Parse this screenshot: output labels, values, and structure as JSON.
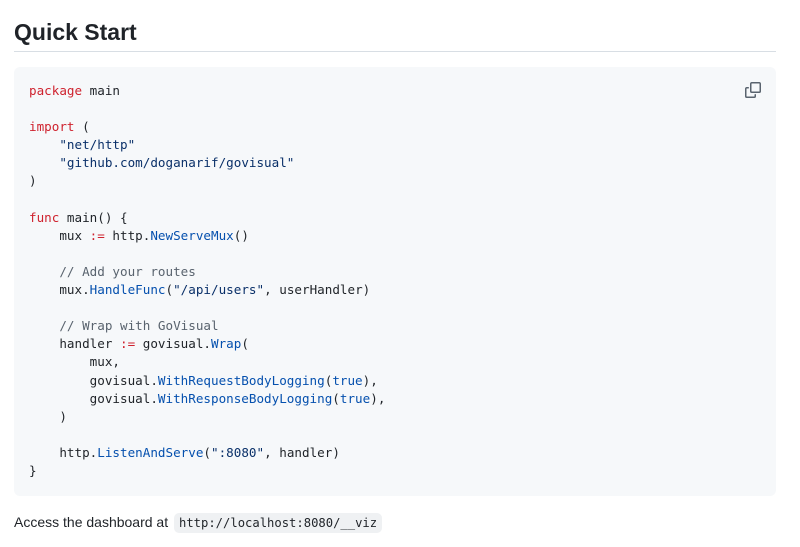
{
  "section": {
    "title": "Quick Start"
  },
  "code_block": {
    "copy_icon": "copy-icon",
    "lines": [
      [
        {
          "t": "kw",
          "v": "package"
        },
        {
          "t": "plain",
          "v": " main"
        }
      ],
      [],
      [
        {
          "t": "kw",
          "v": "import"
        },
        {
          "t": "plain",
          "v": " ("
        }
      ],
      [
        {
          "t": "plain",
          "v": "    "
        },
        {
          "t": "str",
          "v": "\"net/http\""
        }
      ],
      [
        {
          "t": "plain",
          "v": "    "
        },
        {
          "t": "str",
          "v": "\"github.com/doganarif/govisual\""
        }
      ],
      [
        {
          "t": "plain",
          "v": ")"
        }
      ],
      [],
      [
        {
          "t": "kw",
          "v": "func"
        },
        {
          "t": "plain",
          "v": " main() {"
        }
      ],
      [
        {
          "t": "plain",
          "v": "    mux "
        },
        {
          "t": "kw",
          "v": ":="
        },
        {
          "t": "plain",
          "v": " http."
        },
        {
          "t": "fn",
          "v": "NewServeMux"
        },
        {
          "t": "plain",
          "v": "()"
        }
      ],
      [],
      [
        {
          "t": "plain",
          "v": "    "
        },
        {
          "t": "com",
          "v": "// Add your routes"
        }
      ],
      [
        {
          "t": "plain",
          "v": "    mux."
        },
        {
          "t": "fn",
          "v": "HandleFunc"
        },
        {
          "t": "plain",
          "v": "("
        },
        {
          "t": "str",
          "v": "\"/api/users\""
        },
        {
          "t": "plain",
          "v": ", userHandler)"
        }
      ],
      [],
      [
        {
          "t": "plain",
          "v": "    "
        },
        {
          "t": "com",
          "v": "// Wrap with GoVisual"
        }
      ],
      [
        {
          "t": "plain",
          "v": "    handler "
        },
        {
          "t": "kw",
          "v": ":="
        },
        {
          "t": "plain",
          "v": " govisual."
        },
        {
          "t": "fn",
          "v": "Wrap"
        },
        {
          "t": "plain",
          "v": "("
        }
      ],
      [
        {
          "t": "plain",
          "v": "        mux,"
        }
      ],
      [
        {
          "t": "plain",
          "v": "        govisual."
        },
        {
          "t": "fn",
          "v": "WithRequestBodyLogging"
        },
        {
          "t": "plain",
          "v": "("
        },
        {
          "t": "fn",
          "v": "true"
        },
        {
          "t": "plain",
          "v": "),"
        }
      ],
      [
        {
          "t": "plain",
          "v": "        govisual."
        },
        {
          "t": "fn",
          "v": "WithResponseBodyLogging"
        },
        {
          "t": "plain",
          "v": "("
        },
        {
          "t": "fn",
          "v": "true"
        },
        {
          "t": "plain",
          "v": "),"
        }
      ],
      [
        {
          "t": "plain",
          "v": "    )"
        }
      ],
      [],
      [
        {
          "t": "plain",
          "v": "    http."
        },
        {
          "t": "fn",
          "v": "ListenAndServe"
        },
        {
          "t": "plain",
          "v": "("
        },
        {
          "t": "str",
          "v": "\":8080\""
        },
        {
          "t": "plain",
          "v": ", handler)"
        }
      ],
      [
        {
          "t": "plain",
          "v": "}"
        }
      ]
    ]
  },
  "footer": {
    "text": "Access the dashboard at ",
    "code": "http://localhost:8080/__viz"
  },
  "colors": {
    "keyword": "#cf222e",
    "string": "#0a3069",
    "function": "#0550ae",
    "comment": "#59636e",
    "code_background": "#f6f8fa"
  }
}
